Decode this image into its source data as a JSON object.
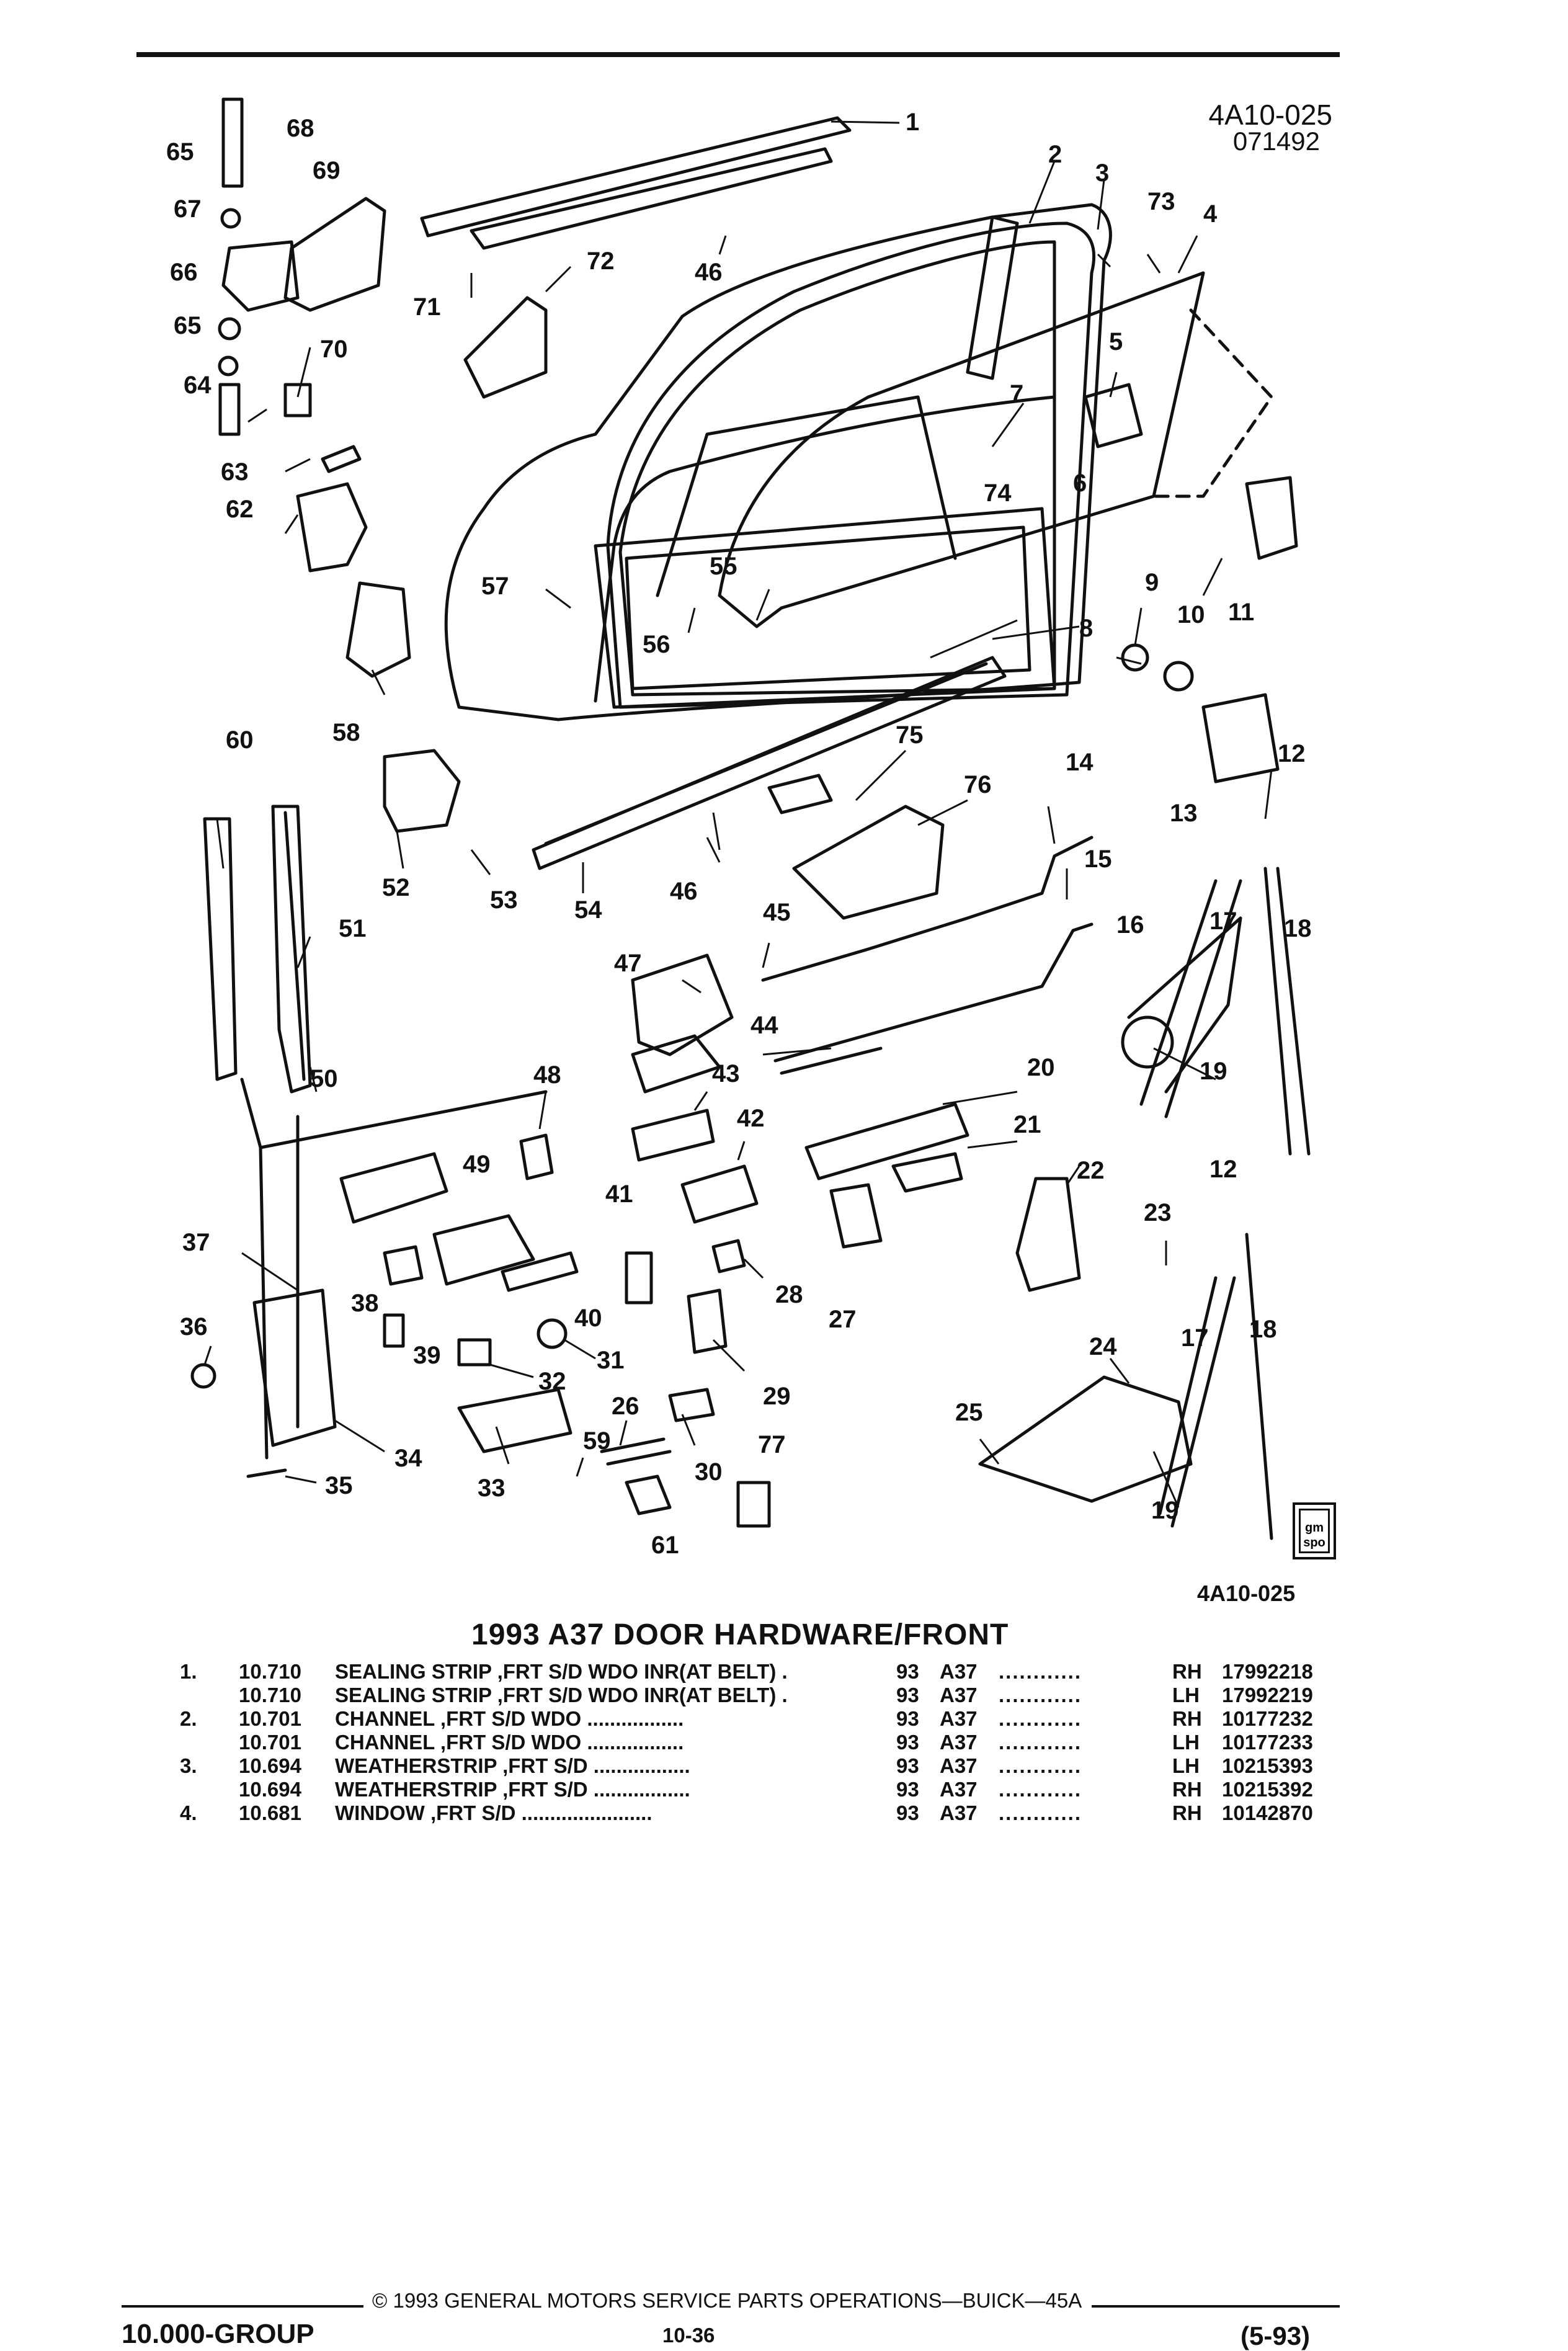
{
  "header": {
    "drawing_id": "4A10-025",
    "drawing_date": "071492"
  },
  "figure": {
    "caption": "4A10-025",
    "callouts": [
      "1",
      "2",
      "3",
      "4",
      "5",
      "6",
      "7",
      "8",
      "9",
      "10",
      "11",
      "12",
      "13",
      "14",
      "15",
      "16",
      "17",
      "18",
      "19",
      "20",
      "21",
      "22",
      "23",
      "24",
      "25",
      "26",
      "27",
      "28",
      "29",
      "30",
      "31",
      "32",
      "33",
      "34",
      "35",
      "36",
      "37",
      "38",
      "39",
      "40",
      "41",
      "42",
      "43",
      "44",
      "45",
      "46",
      "47",
      "48",
      "49",
      "50",
      "51",
      "52",
      "53",
      "54",
      "55",
      "56",
      "57",
      "58",
      "59",
      "60",
      "61",
      "62",
      "63",
      "64",
      "65",
      "66",
      "67",
      "68",
      "69",
      "70",
      "71",
      "72",
      "73",
      "74",
      "75",
      "76",
      "77"
    ],
    "callout_12b": "12",
    "callout_17b": "17",
    "callout_18b": "18",
    "callout_19b": "19",
    "callout_46b": "46",
    "callout_65b": "65",
    "logo_text": "gm spo"
  },
  "title": "1993 A37 DOOR HARDWARE/FRONT",
  "parts": [
    {
      "item": "1.",
      "group": "10.710",
      "desc": "SEALING STRIP ,FRT S/D WDO INR(AT BELT)  .",
      "year": "93",
      "model": "A37",
      "dots": "............",
      "side": "RH",
      "pn": "17992218"
    },
    {
      "item": "",
      "group": "10.710",
      "desc": "SEALING STRIP ,FRT S/D WDO INR(AT BELT)  .",
      "year": "93",
      "model": "A37",
      "dots": "............",
      "side": "LH",
      "pn": "17992219"
    },
    {
      "item": "2.",
      "group": "10.701",
      "desc": "CHANNEL ,FRT S/D WDO  .................",
      "year": "93",
      "model": "A37",
      "dots": "............",
      "side": "RH",
      "pn": "10177232"
    },
    {
      "item": "",
      "group": "10.701",
      "desc": "CHANNEL ,FRT S/D WDO  .................",
      "year": "93",
      "model": "A37",
      "dots": "............",
      "side": "LH",
      "pn": "10177233"
    },
    {
      "item": "3.",
      "group": "10.694",
      "desc": "WEATHERSTRIP ,FRT S/D  .................",
      "year": "93",
      "model": "A37",
      "dots": "............",
      "side": "LH",
      "pn": "10215393"
    },
    {
      "item": "",
      "group": "10.694",
      "desc": "WEATHERSTRIP ,FRT S/D  .................",
      "year": "93",
      "model": "A37",
      "dots": "............",
      "side": "RH",
      "pn": "10215392"
    },
    {
      "item": "4.",
      "group": "10.681",
      "desc": "WINDOW ,FRT S/D  .......................",
      "year": "93",
      "model": "A37",
      "dots": "............",
      "side": "RH",
      "pn": "10142870"
    }
  ],
  "footer": {
    "copyright": "© 1993 GENERAL MOTORS SERVICE PARTS OPERATIONS—BUICK—45A",
    "group": "10.000-GROUP",
    "page": "10-36",
    "date": "(5-93)"
  }
}
